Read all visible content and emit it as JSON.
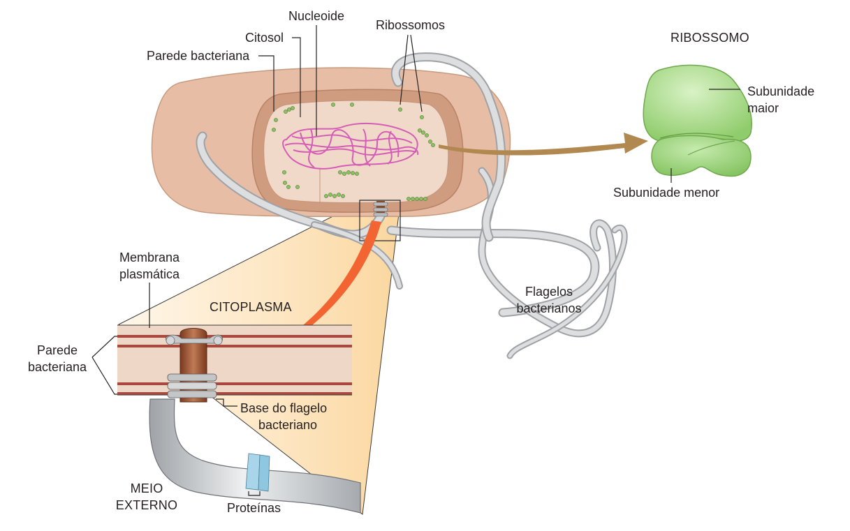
{
  "labels": {
    "nucleoide": "Nucleoide",
    "citosol": "Citosol",
    "parede_bacteriana_top": "Parede bacteriana",
    "ribossomos": "Ribossomos",
    "ribossomo_title": "RIBOSSOMO",
    "subunidade_maior_1": "Subunidade",
    "subunidade_maior_2": "maior",
    "subunidade_menor": "Subunidade menor",
    "membrana_1": "Membrana",
    "membrana_2": "plasmática",
    "citoplasma": "CITOPLASMA",
    "parede_left_1": "Parede",
    "parede_left_2": "bacteriana",
    "base_flagelo_1": "Base do flagelo",
    "base_flagelo_2": "bacteriano",
    "meio_externo_1": "MEIO",
    "meio_externo_2": "EXTERNO",
    "proteinas": "Proteínas",
    "flagelos_1": "Flagelos",
    "flagelos_2": "bacterianos"
  },
  "colors": {
    "cell_outer": "#e8bfa6",
    "cell_inner": "#f3dccd",
    "wall": "#d4a184",
    "nucleoid": "#d65fb8",
    "ribosome_dot": "#8cc063",
    "ribosome": "#a8d88a",
    "arrow_brown": "#b18850",
    "arrow_orange": "#f26532",
    "flagellum": "#c8cacc",
    "zoom_cone": "#fbe4bf",
    "membrane_band": "#a9483d",
    "protein_ring": "#8fc6e0"
  }
}
